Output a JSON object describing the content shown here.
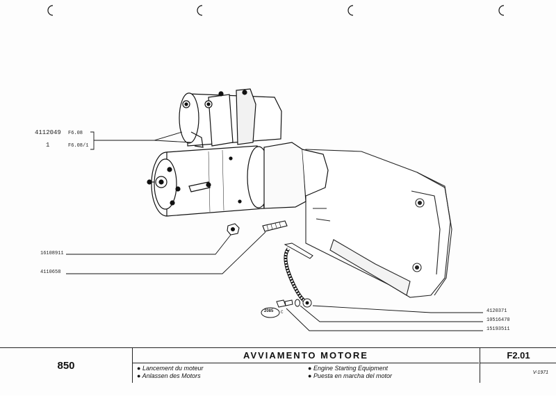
{
  "part_labels": {
    "starter_number": "4112049",
    "starter_qty": "1",
    "ref_a": "F6.08",
    "ref_b": "F6.08/1",
    "nut": "16108911",
    "stud": "4110658",
    "cable": "4120371",
    "washer": "10516470",
    "bolt": "15193511",
    "bolt_tag": "2085",
    "bolt_tag_letter": "C"
  },
  "footer": {
    "model": "850",
    "title": "AVVIAMENTO MOTORE",
    "fr": "Lancement du moteur",
    "de": "Anlassen des Motors",
    "en": "Engine Starting Equipment",
    "es": "Puesta en marcha del motor",
    "ref_code": "F2.01",
    "date": "V-1971"
  }
}
